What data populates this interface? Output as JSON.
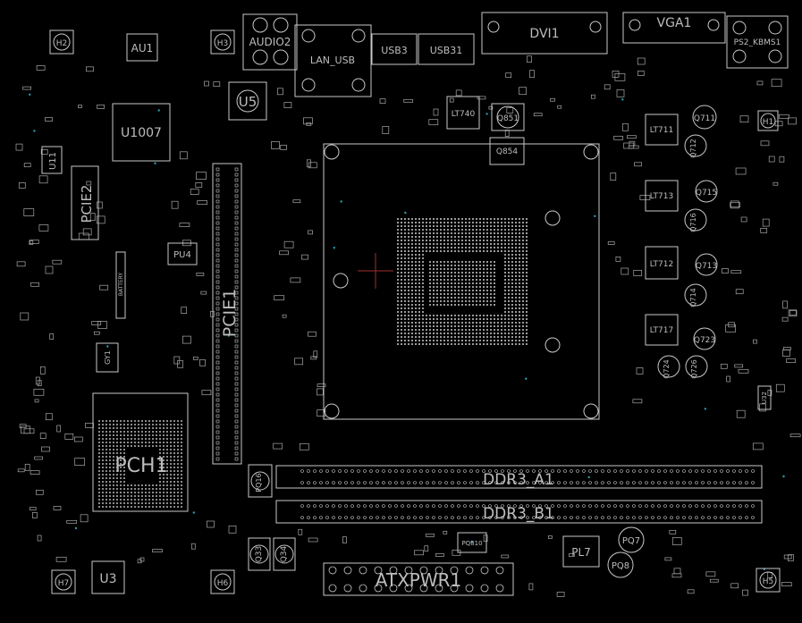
{
  "board": {
    "background": "#000000",
    "line_color": "#c8c8c8",
    "text_color": "#bdbdbd",
    "cursor_color": "#a03030",
    "via_color": "#2aa0b0"
  },
  "labels": {
    "h2": "H2",
    "au1": "AU1",
    "h3": "H3",
    "audio2": "AUDIO2",
    "lan_usb": "LAN_USB",
    "usb3": "USB3",
    "usb31": "USB31",
    "dvi": "DVI1",
    "vga1": "VGA1",
    "ps2": "PS2_KBMS1",
    "u5": "U5",
    "u1007": "U1007",
    "u11": "U11",
    "pcie2": "PCIE2",
    "pu4": "PU4",
    "battery": "BATTERY",
    "pcie1": "PCIE1",
    "lt740": "LT740",
    "q851": "Q851",
    "q854": "Q854",
    "lt711": "LT711",
    "q711": "Q711",
    "q712": "Q712",
    "h1": "H1",
    "lt713": "LT713",
    "q715": "Q715",
    "q716": "Q716",
    "lt712": "LT712",
    "q713": "Q713",
    "q714": "Q714",
    "lt717": "LT717",
    "q723": "Q723",
    "q724": "Q724",
    "q726": "Q726",
    "u32": "U32",
    "pch1": "PCH1",
    "gy1": "GY1",
    "ddr3_a1": "DDR3_A1",
    "ddr3_b1": "DDR3_B1",
    "pq16": "PQ16",
    "q33": "Q33",
    "q34": "Q34",
    "h7": "H7",
    "u3": "U3",
    "h6": "H6",
    "atxpwr1": "ATXPWR1",
    "pl7": "PL7",
    "pq7": "PQ7",
    "pq8": "PQ8",
    "h5": "H5",
    "pq810": "PQ810"
  }
}
